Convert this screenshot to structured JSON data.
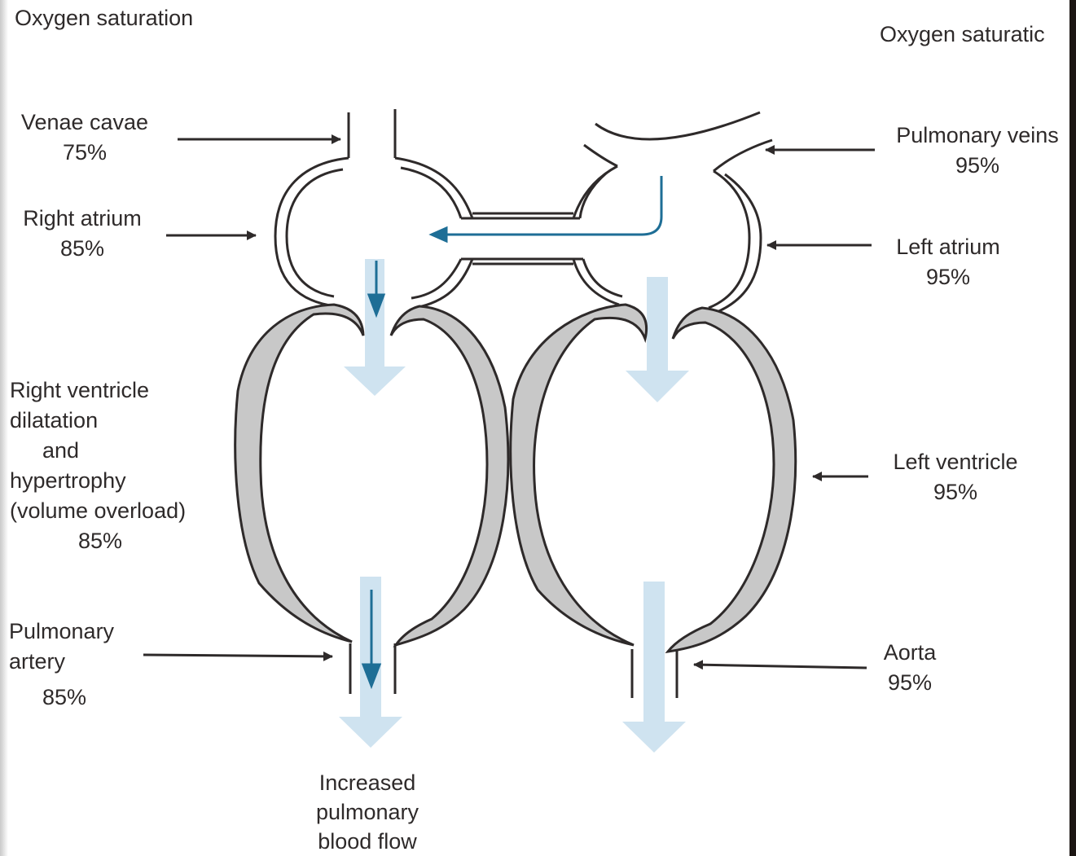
{
  "headers": {
    "left": "Oxygen saturation",
    "right": "Oxygen saturatic"
  },
  "labels": {
    "venae_cavae": {
      "name": "Venae cavae",
      "value": "75%"
    },
    "right_atrium": {
      "name": "Right atrium",
      "value": "85%"
    },
    "right_ventricle": {
      "lines": [
        "Right ventricle",
        "dilatation",
        "and",
        "hypertrophy",
        "(volume overload)"
      ],
      "value": "85%"
    },
    "pulmonary_artery": {
      "lines": [
        "Pulmonary",
        "artery"
      ],
      "value": "85%"
    },
    "pulmonary_veins": {
      "name": "Pulmonary veins",
      "value": "95%"
    },
    "left_atrium": {
      "name": "Left atrium",
      "value": "95%"
    },
    "left_ventricle": {
      "name": "Left ventricle",
      "value": "95%"
    },
    "aorta": {
      "name": "Aorta",
      "value": "95%"
    },
    "flow_caption": {
      "lines": [
        "Increased",
        "pulmonary",
        "blood flow"
      ]
    }
  },
  "colors": {
    "line": "#2e2a2a",
    "wall_fill": "#c8c8c8",
    "shunt_arrow": "#1e6e96",
    "flow_arrow": "#cfe3f0",
    "page_edge": "#1c1613"
  }
}
